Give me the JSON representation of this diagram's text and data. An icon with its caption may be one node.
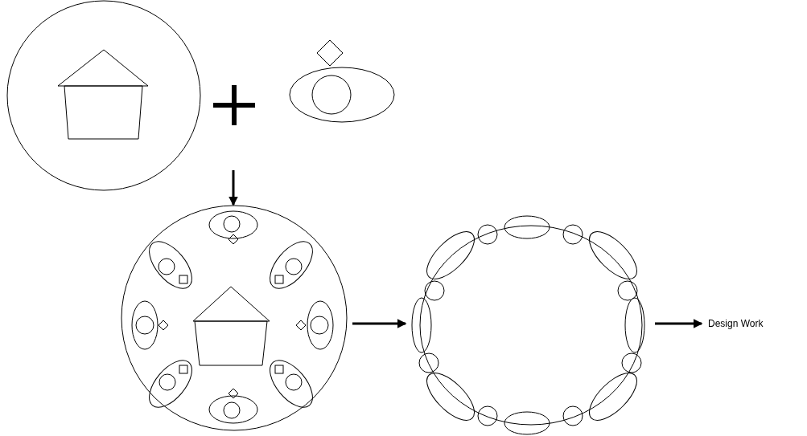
{
  "diagram": {
    "nodes": [
      {
        "text": [],
        "shape": "picture"
      },
      {
        "text": [],
        "shape": "picture"
      },
      {
        "text": [],
        "shape": "picture"
      },
      {
        "text": [],
        "shape": "picture"
      },
      {
        "text": [
          "Design Work"
        ]
      }
    ],
    "edges": [
      {
        "from": null,
        "to": 2,
        "arrow": "to"
      },
      {
        "from": 2,
        "to": 3,
        "arrow": "to"
      },
      {
        "from": 3,
        "to": 4,
        "arrow": "to"
      }
    ]
  }
}
